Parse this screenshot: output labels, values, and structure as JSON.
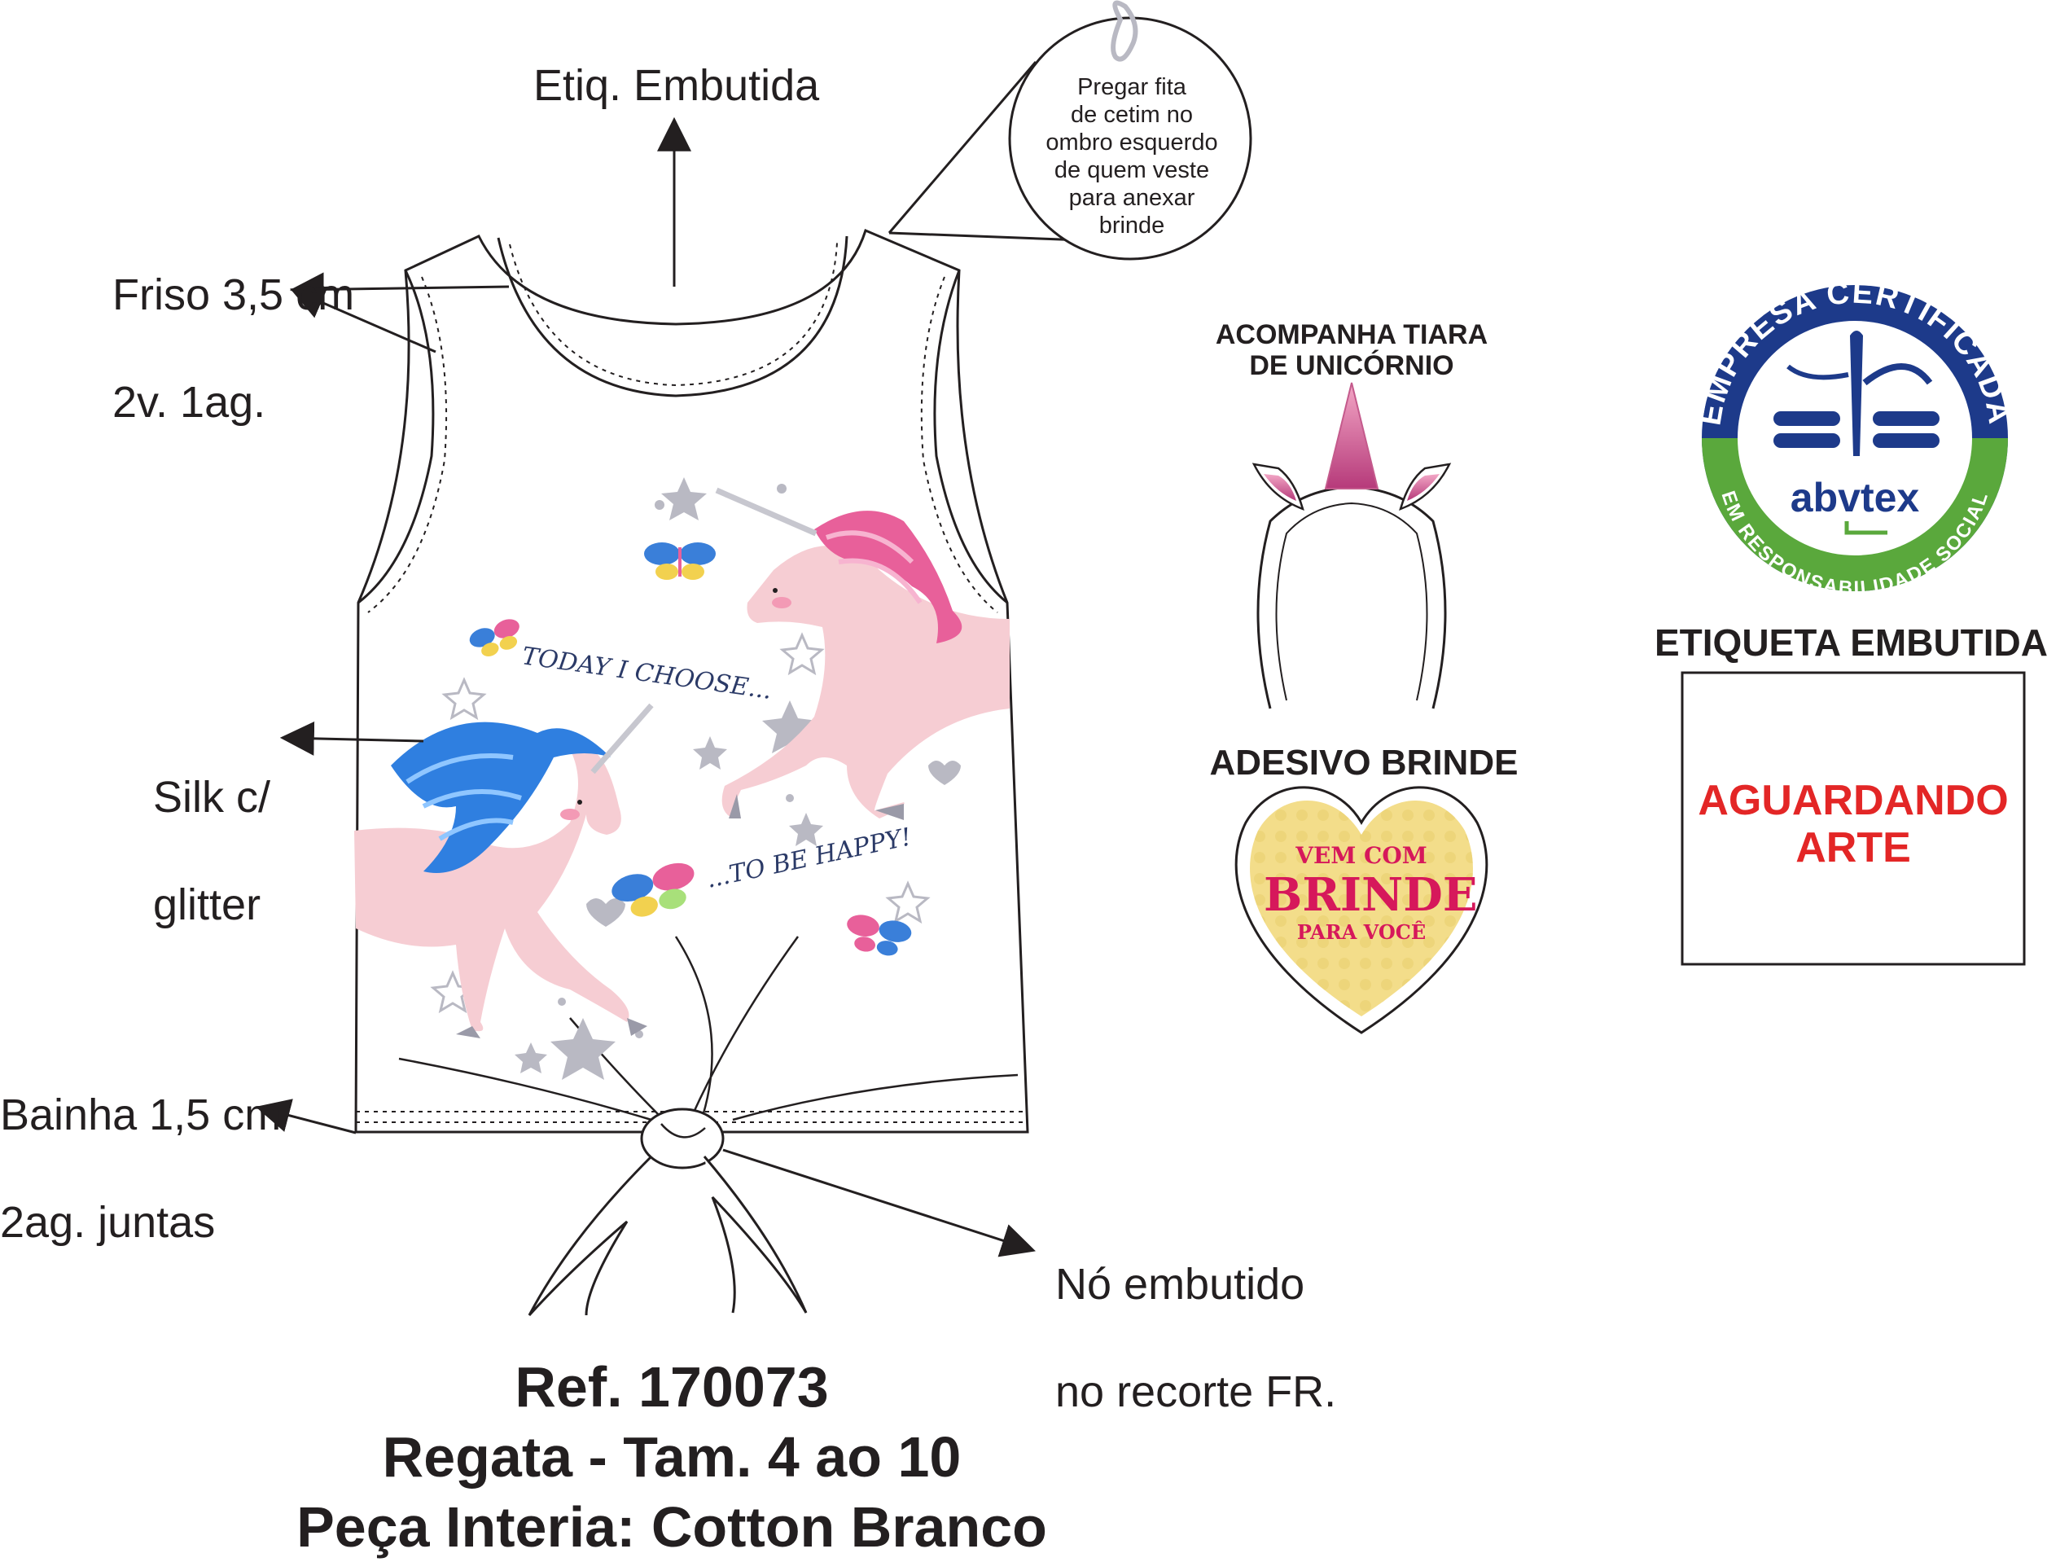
{
  "callouts": {
    "etiq_embutida": "Etiq. Embutida",
    "friso_line1": "Friso 3,5 cm",
    "friso_line2": "2v. 1ag.",
    "silk_line1": "Silk c/",
    "silk_line2": "glitter",
    "bainha_line1": "Bainha 1,5 cm",
    "bainha_line2": "2ag. juntas",
    "no_line1": "Nó embutido",
    "no_line2": "no recorte FR."
  },
  "detail_circle": {
    "lines": [
      "Pregar fita",
      "de cetim no",
      "ombro esquerdo",
      "de quem veste",
      "para anexar",
      "brinde"
    ]
  },
  "print_artwork": {
    "text_top": "TODAY I CHOOSE...",
    "text_bottom": "...TO BE HAPPY!"
  },
  "accessory": {
    "tiara_line1": "ACOMPANHA TIARA",
    "tiara_line2": "DE UNICÓRNIO"
  },
  "sticker": {
    "title": "ADESIVO BRINDE",
    "line1": "VEM COM",
    "line2": "BRINDE",
    "line3": "PARA VOCÊ"
  },
  "certification": {
    "arc_top": "EMPRESA CERTIFICADA",
    "arc_bottom": "EM RESPONSABILIDADE SOCIAL",
    "brand": "abvtex"
  },
  "label_box": {
    "title": "ETIQUETA EMBUTIDA",
    "line1": "AGUARDANDO",
    "line2": "ARTE"
  },
  "product": {
    "ref": "Ref. 170073",
    "description": "Regata - Tam. 4 ao 10",
    "material": "Peça Interia: Cotton Branco"
  },
  "colors": {
    "outline": "#231f20",
    "cert_blue": "#1d3a8a",
    "cert_green": "#5aa83c",
    "alert_red": "#e32626",
    "sticker_yellow": "#f3dd8a",
    "sticker_pink": "#d6185b",
    "unicorn_pink": "#f6cdd3",
    "mane_blue": "#2f7fe0",
    "mane_pink": "#e8609a"
  }
}
